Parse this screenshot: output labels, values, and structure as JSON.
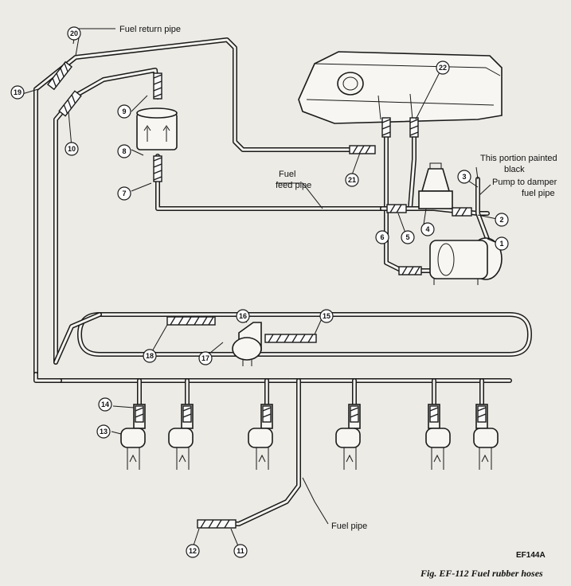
{
  "labels": {
    "fuel_return_pipe": "Fuel return pipe",
    "fuel_feed_pipe_1": "Fuel",
    "fuel_feed_pipe_2": "feed pipe",
    "painted_black_1": "This portion painted",
    "painted_black_2": "black",
    "pump_damper_1": "Pump to damper",
    "pump_damper_2": "fuel pipe",
    "fuel_pipe": "Fuel pipe"
  },
  "callouts": [
    "1",
    "2",
    "3",
    "4",
    "5",
    "6",
    "7",
    "8",
    "9",
    "10",
    "11",
    "12",
    "13",
    "14",
    "15",
    "16",
    "17",
    "18",
    "19",
    "20",
    "21",
    "22"
  ],
  "figure_code": "EF144A",
  "caption": "Fig. EF-112  Fuel rubber hoses"
}
